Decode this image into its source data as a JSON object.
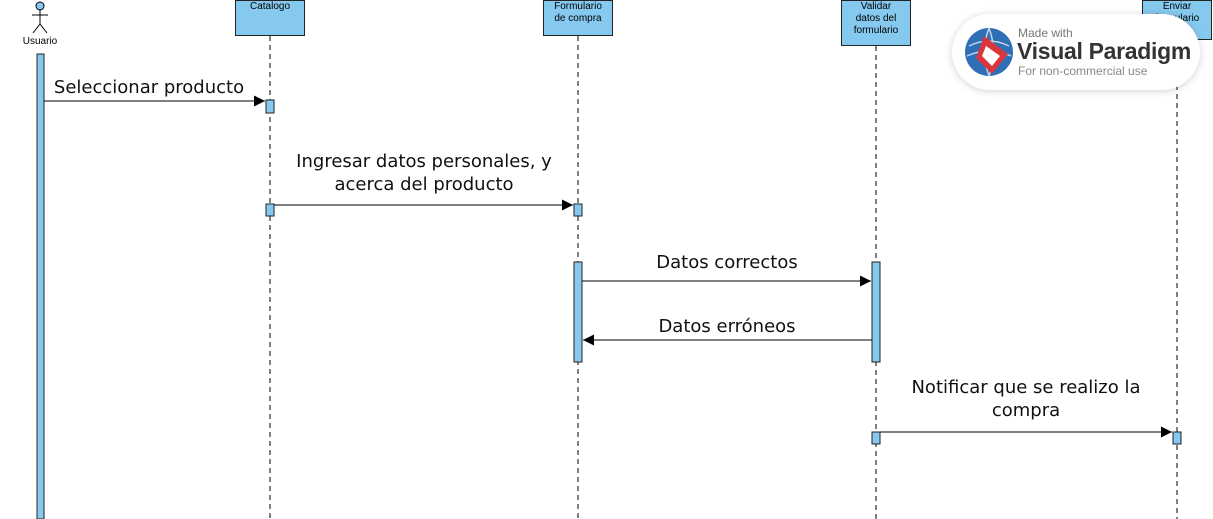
{
  "diagram": {
    "actor": {
      "label": "Usuario"
    },
    "lifelines": [
      {
        "id": "catalogo",
        "label": "Catalogo"
      },
      {
        "id": "formulario",
        "label": "Formulario\nde compra"
      },
      {
        "id": "validar",
        "label": "Validar\ndatos del\nformulario"
      },
      {
        "id": "enviar",
        "label": "Enviar\nformulario"
      }
    ],
    "messages": [
      {
        "from": "Usuario",
        "to": "Catalogo",
        "label": "Seleccionar producto"
      },
      {
        "from": "Catalogo",
        "to": "Formulario de compra",
        "label": "Ingresar datos personales, y\nacerca del producto"
      },
      {
        "from": "Formulario de compra",
        "to": "Validar datos del formulario",
        "label": "Datos correctos"
      },
      {
        "from": "Validar datos del formulario",
        "to": "Formulario de compra",
        "label": "Datos erróneos"
      },
      {
        "from": "Validar datos del formulario",
        "to": "Enviar formulario",
        "label": "Notificar que se realizo la\ncompra"
      }
    ]
  },
  "watermark": {
    "made_with": "Made with",
    "brand": "Visual Paradigm",
    "note": "For non-commercial use"
  },
  "colors": {
    "box_fill": "#86c9ef",
    "line": "#111111"
  }
}
